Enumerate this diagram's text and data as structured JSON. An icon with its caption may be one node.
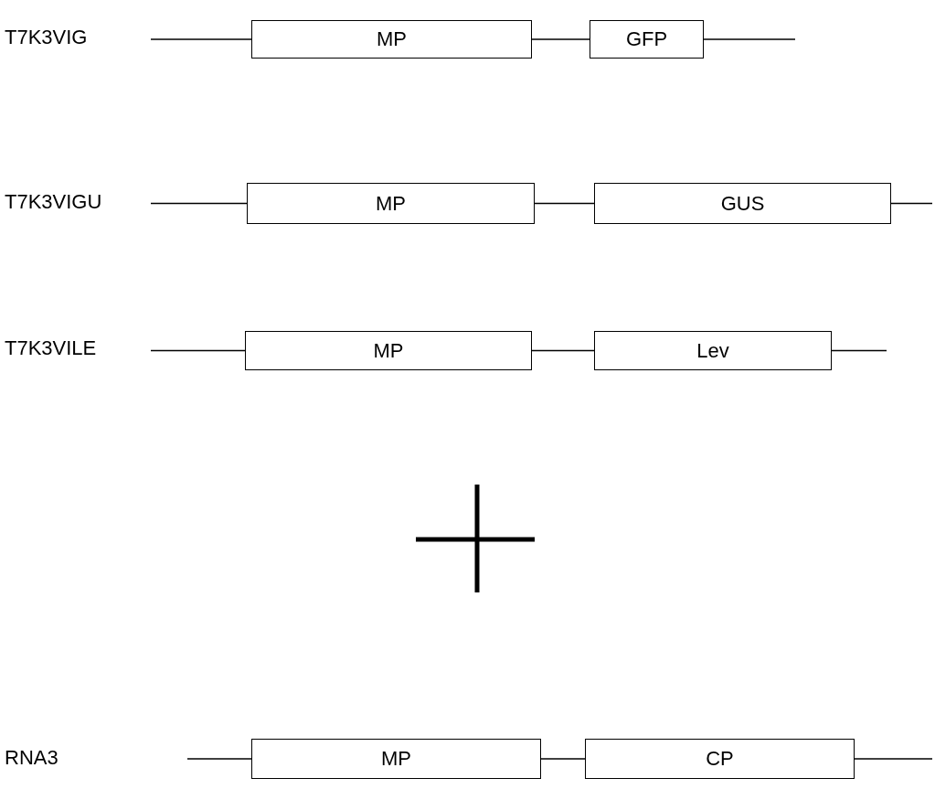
{
  "diagram": {
    "nodes": [
      {
        "text": [
          "MP"
        ]
      },
      {
        "text": [
          "GFP"
        ]
      },
      {
        "text": [
          "MP"
        ]
      },
      {
        "text": [
          "GUS"
        ]
      },
      {
        "text": [
          "MP"
        ]
      },
      {
        "text": [
          "Lev"
        ]
      },
      {
        "text": [
          "MP"
        ]
      },
      {
        "text": [
          "CP"
        ]
      }
    ],
    "edges": [
      {
        "from": null,
        "to": 0,
        "arrow": "none"
      },
      {
        "from": 0,
        "to": 1,
        "arrow": "none"
      },
      {
        "from": 1,
        "to": null,
        "arrow": "none"
      },
      {
        "from": null,
        "to": 2,
        "arrow": "none"
      },
      {
        "from": 2,
        "to": 3,
        "arrow": "none"
      },
      {
        "from": 3,
        "to": null,
        "arrow": "none"
      },
      {
        "from": null,
        "to": 4,
        "arrow": "none"
      },
      {
        "from": 4,
        "to": 5,
        "arrow": "none"
      },
      {
        "from": 5,
        "to": null,
        "arrow": "none"
      },
      {
        "from": null,
        "to": 6,
        "arrow": "none"
      },
      {
        "from": 6,
        "to": 7,
        "arrow": "none"
      },
      {
        "from": 7,
        "to": null,
        "arrow": "none"
      }
    ],
    "labels": [
      "T7K3VIG",
      "T7K3VIGU",
      "T7K3VILE",
      "RNA3"
    ]
  }
}
